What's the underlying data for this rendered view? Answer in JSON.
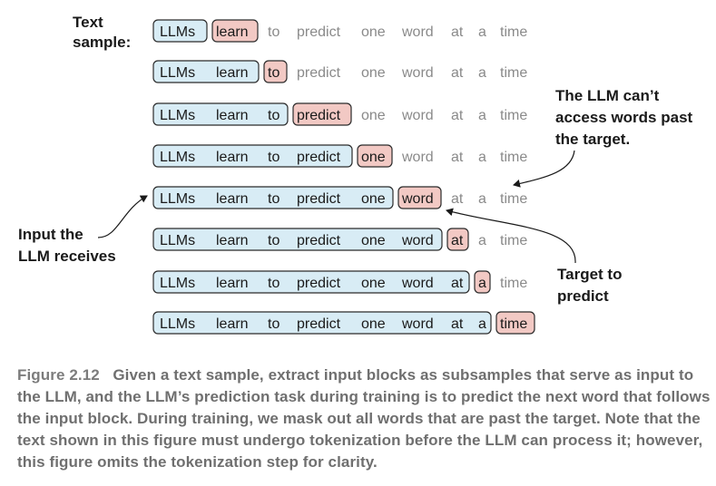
{
  "labels": {
    "text_sample_line1": "Text",
    "text_sample_line2": "sample:",
    "cant_access_line1": "The LLM can’t",
    "cant_access_line2": "access words past",
    "cant_access_line3": "the target.",
    "input_line1": "Input the",
    "input_line2": "LLM receives",
    "target_line1": "Target to",
    "target_line2": "predict"
  },
  "words": [
    "LLMs",
    "learn",
    "to",
    "predict",
    "one",
    "word",
    "at",
    "a",
    "time"
  ],
  "rows": [
    {
      "input_count": 1,
      "target_index": 1
    },
    {
      "input_count": 2,
      "target_index": 2
    },
    {
      "input_count": 3,
      "target_index": 3
    },
    {
      "input_count": 4,
      "target_index": 4
    },
    {
      "input_count": 5,
      "target_index": 5
    },
    {
      "input_count": 6,
      "target_index": 6
    },
    {
      "input_count": 7,
      "target_index": 7
    },
    {
      "input_count": 8,
      "target_index": 8
    }
  ],
  "caption": {
    "figure_label": "Figure 2.12",
    "text": "Given a text sample, extract input blocks as subsamples that serve as input to the LLM, and the LLM’s prediction task during training is to predict the next word that follows the input block. During training, we mask out all words that are past the target. Note that the text shown in this figure must undergo tokenization before the LLM can process it; however, this figure omits the tokenization step for clarity."
  },
  "colors": {
    "input_fill": "#d8ecf5",
    "target_fill": "#f2c9c4",
    "border": "#2b2b2b",
    "masked_text": "#8a8a8a",
    "visible_text": "#1a1a1a"
  }
}
